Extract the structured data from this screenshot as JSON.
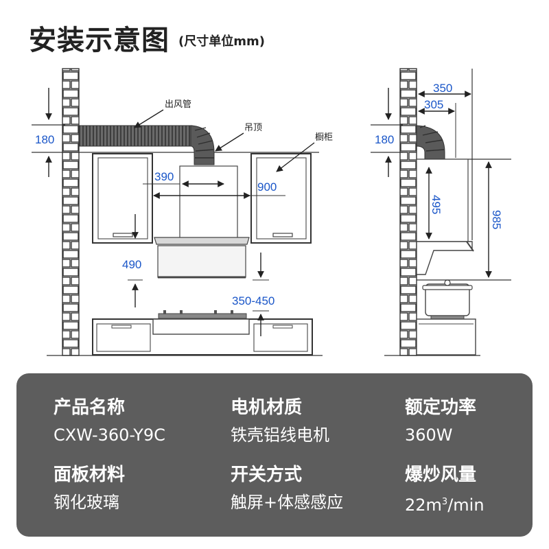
{
  "header": {
    "title": "安装示意图",
    "subtitle": "(尺寸单位mm)"
  },
  "diagram": {
    "labels": {
      "duct": "出风管",
      "ceiling": "吊顶",
      "cabinet": "橱柜"
    },
    "front_dims": {
      "wall_top": "180",
      "hood_width": "390",
      "cabinet_gap": "900",
      "cabinet_to_hood": "490",
      "hood_to_stove": "350-450"
    },
    "side_dims": {
      "wall_top": "180",
      "depth_outer": "350",
      "depth_inner": "305",
      "hood_height": "495",
      "total_height": "985"
    }
  },
  "specs": {
    "model": {
      "label": "产品名称",
      "value": "CXW-360-Y9C"
    },
    "motor": {
      "label": "电机材质",
      "value": "铁壳铝线电机"
    },
    "power": {
      "label": "额定功率",
      "value": "360W"
    },
    "panel": {
      "label": "面板材料",
      "value": "钢化玻璃"
    },
    "switch": {
      "label": "开关方式",
      "value": "触屏+体感感应"
    },
    "airflow": {
      "label": "爆炒风量",
      "value_num": "22m",
      "value_sup": "3",
      "value_unit": "/min"
    }
  },
  "colors": {
    "dimension": "#1a56c8",
    "panel": "#5d5d5d",
    "duct": "#5a5a5a"
  }
}
